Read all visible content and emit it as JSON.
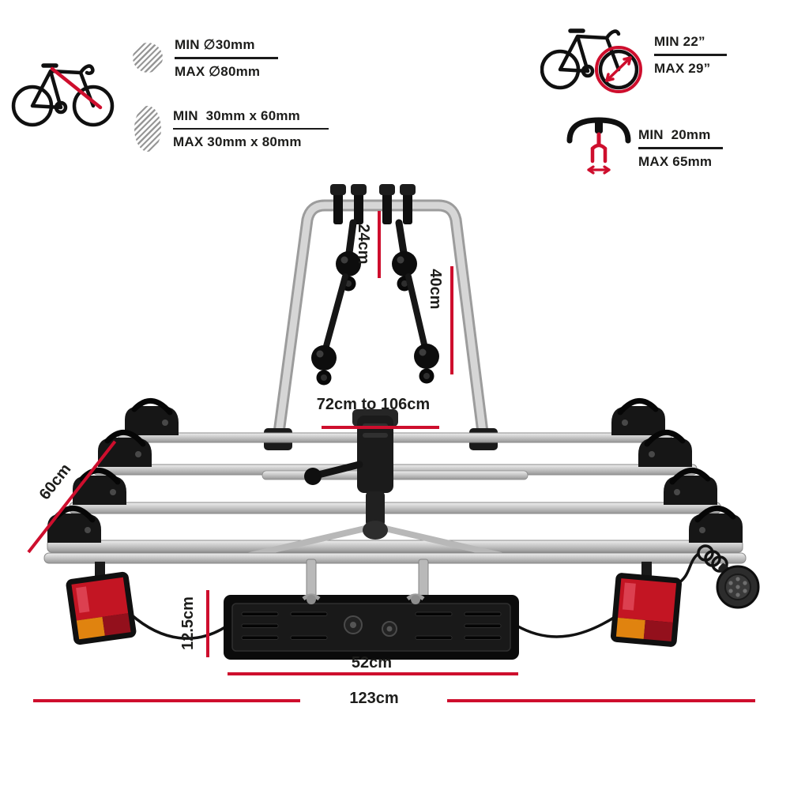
{
  "colors": {
    "accent_red": "#ce0e2d",
    "text_dark": "#1d1d1b",
    "rack_silver": "#c8c8c8",
    "rack_black": "#141414",
    "light_red": "#c31523",
    "light_amber": "#e0830f"
  },
  "compatibility_specs": [
    {
      "name": "frame-tube-round-diameter",
      "min": "MIN ∅30mm",
      "max": "MAX ∅80mm"
    },
    {
      "name": "frame-tube-oval-size",
      "min": "MIN  30mm x 60mm",
      "max": "MAX 30mm x 80mm"
    },
    {
      "name": "wheel-size",
      "min": "MIN 22”",
      "max": "MAX 29”"
    },
    {
      "name": "tyre-handlebar-width",
      "min": "MIN  20mm",
      "max": "MAX 65mm"
    }
  ],
  "dimensions": {
    "upper_clamp_height": "24cm",
    "frame_height": "40cm",
    "adjustable_width_range": "72cm to 106cm",
    "platform_depth": "60cm",
    "plate_panel_height": "12.5cm",
    "plate_panel_width": "52cm",
    "overall_width": "123cm"
  },
  "icons": {
    "road-bike-icon": "svg-shape",
    "hatched-circle-icon": "css-hatched-circle",
    "hatched-ellipse-icon": "css-hatched-ellipse",
    "bike-wheel-size-icon": "svg-shape",
    "handlebar-width-icon": "svg-shape",
    "trailer-plug-icon": "svg-shape"
  }
}
